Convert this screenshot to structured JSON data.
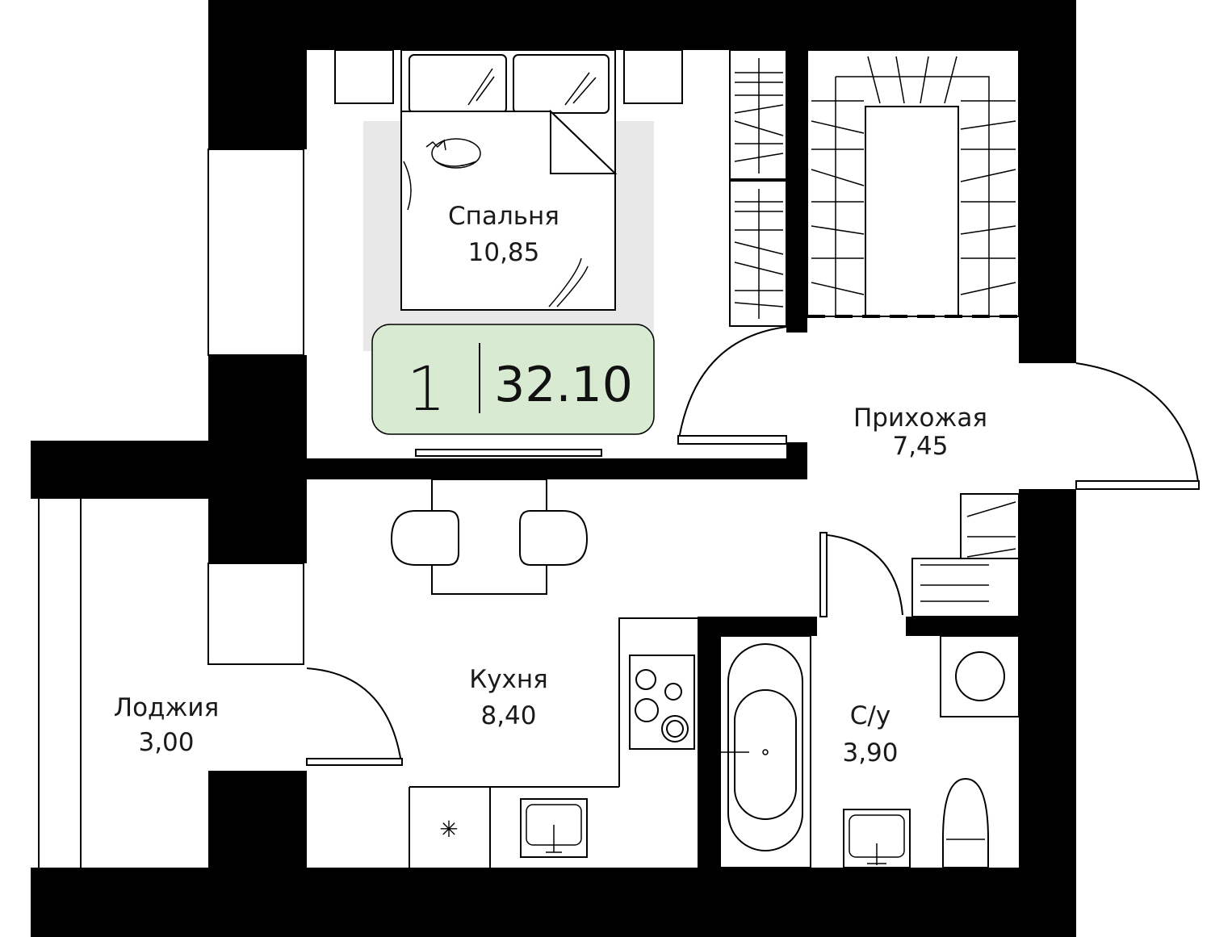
{
  "plan": {
    "rooms": [
      {
        "id": "bedroom",
        "name": "Спальня",
        "area": "10,85"
      },
      {
        "id": "hallway",
        "name": "Прихожая",
        "area": "7,45"
      },
      {
        "id": "kitchen",
        "name": "Кухня",
        "area": "8,40"
      },
      {
        "id": "loggia",
        "name": "Лоджия",
        "area": "3,00"
      },
      {
        "id": "bathroom",
        "name": "С/у",
        "area": "3,90"
      }
    ],
    "badge": {
      "rooms": "1",
      "total_area": "32.10",
      "color": "#d9ead3"
    },
    "colors": {
      "wall": "#000000",
      "floor": "#ffffff",
      "rug": "#e8e8e8"
    }
  }
}
